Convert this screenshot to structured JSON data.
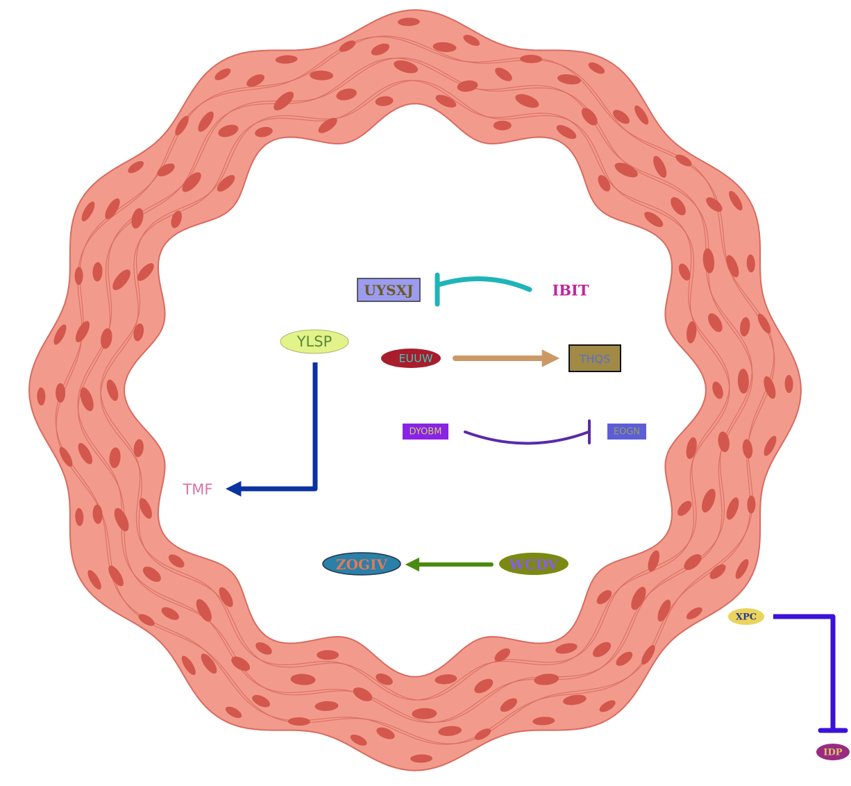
{
  "colors": {
    "tissue_fill": "#f29b8c",
    "tissue_stroke": "#d86a5f",
    "nucleus": "#d3574c"
  },
  "nodes": {
    "uysxj": {
      "label": "UYSXJ",
      "fill": "#9b9bef",
      "text": "#6b5a1e",
      "stroke": "#333333"
    },
    "ibit": {
      "label": "IBIT",
      "text": "#c2259c"
    },
    "ylsp": {
      "label": "YLSP",
      "fill": "#e2f38a",
      "text": "#5a8a3a",
      "stroke": "#b0b070"
    },
    "euuw": {
      "label": "EUUW",
      "fill": "#a81c2c",
      "text": "#3ec6b8"
    },
    "thqs": {
      "label": "THQS",
      "fill": "#a08a46",
      "text": "#5b6fc8",
      "stroke": "#111111"
    },
    "dyobm": {
      "label": "DYOBM",
      "fill": "#8a22e8",
      "text": "#c8d65a"
    },
    "eogn": {
      "label": "EOGN",
      "fill": "#5c5ed8",
      "text": "#98a05a"
    },
    "tmf": {
      "label": "TMF",
      "text": "#d872a6"
    },
    "zogiv": {
      "label": "ZOGIV",
      "fill": "#2a80a8",
      "text": "#e07a5a",
      "stroke": "#24324a"
    },
    "wcdv": {
      "label": "WCDV",
      "fill": "#7a8a10",
      "text": "#8a5cf0"
    },
    "xpc": {
      "label": "XPC",
      "fill": "#ead45a",
      "text": "#2c3a8a"
    },
    "idp": {
      "label": "IDP",
      "fill": "#9a2a82",
      "text": "#d8c86a"
    }
  },
  "edges": [
    {
      "id": "ibit-uysxj",
      "from": "IBIT",
      "to": "UYSXJ",
      "kind": "inhibition",
      "color": "#1fb4b8"
    },
    {
      "id": "euuw-thqs",
      "from": "EUUW",
      "to": "THQS",
      "kind": "activation",
      "color": "#cc9966"
    },
    {
      "id": "dyobm-eogn",
      "from": "DYOBM",
      "to": "EOGN",
      "kind": "inhibition",
      "color": "#5a2aa8"
    },
    {
      "id": "ylsp-tmf",
      "from": "YLSP",
      "to": "TMF",
      "kind": "activation",
      "color": "#0a32a0"
    },
    {
      "id": "wcdv-zogiv",
      "from": "WCDV",
      "to": "ZOGIV",
      "kind": "activation",
      "color": "#4a8a10"
    },
    {
      "id": "xpc-idp",
      "from": "XPC",
      "to": "IDP",
      "kind": "inhibition",
      "color": "#3a12d8"
    }
  ]
}
